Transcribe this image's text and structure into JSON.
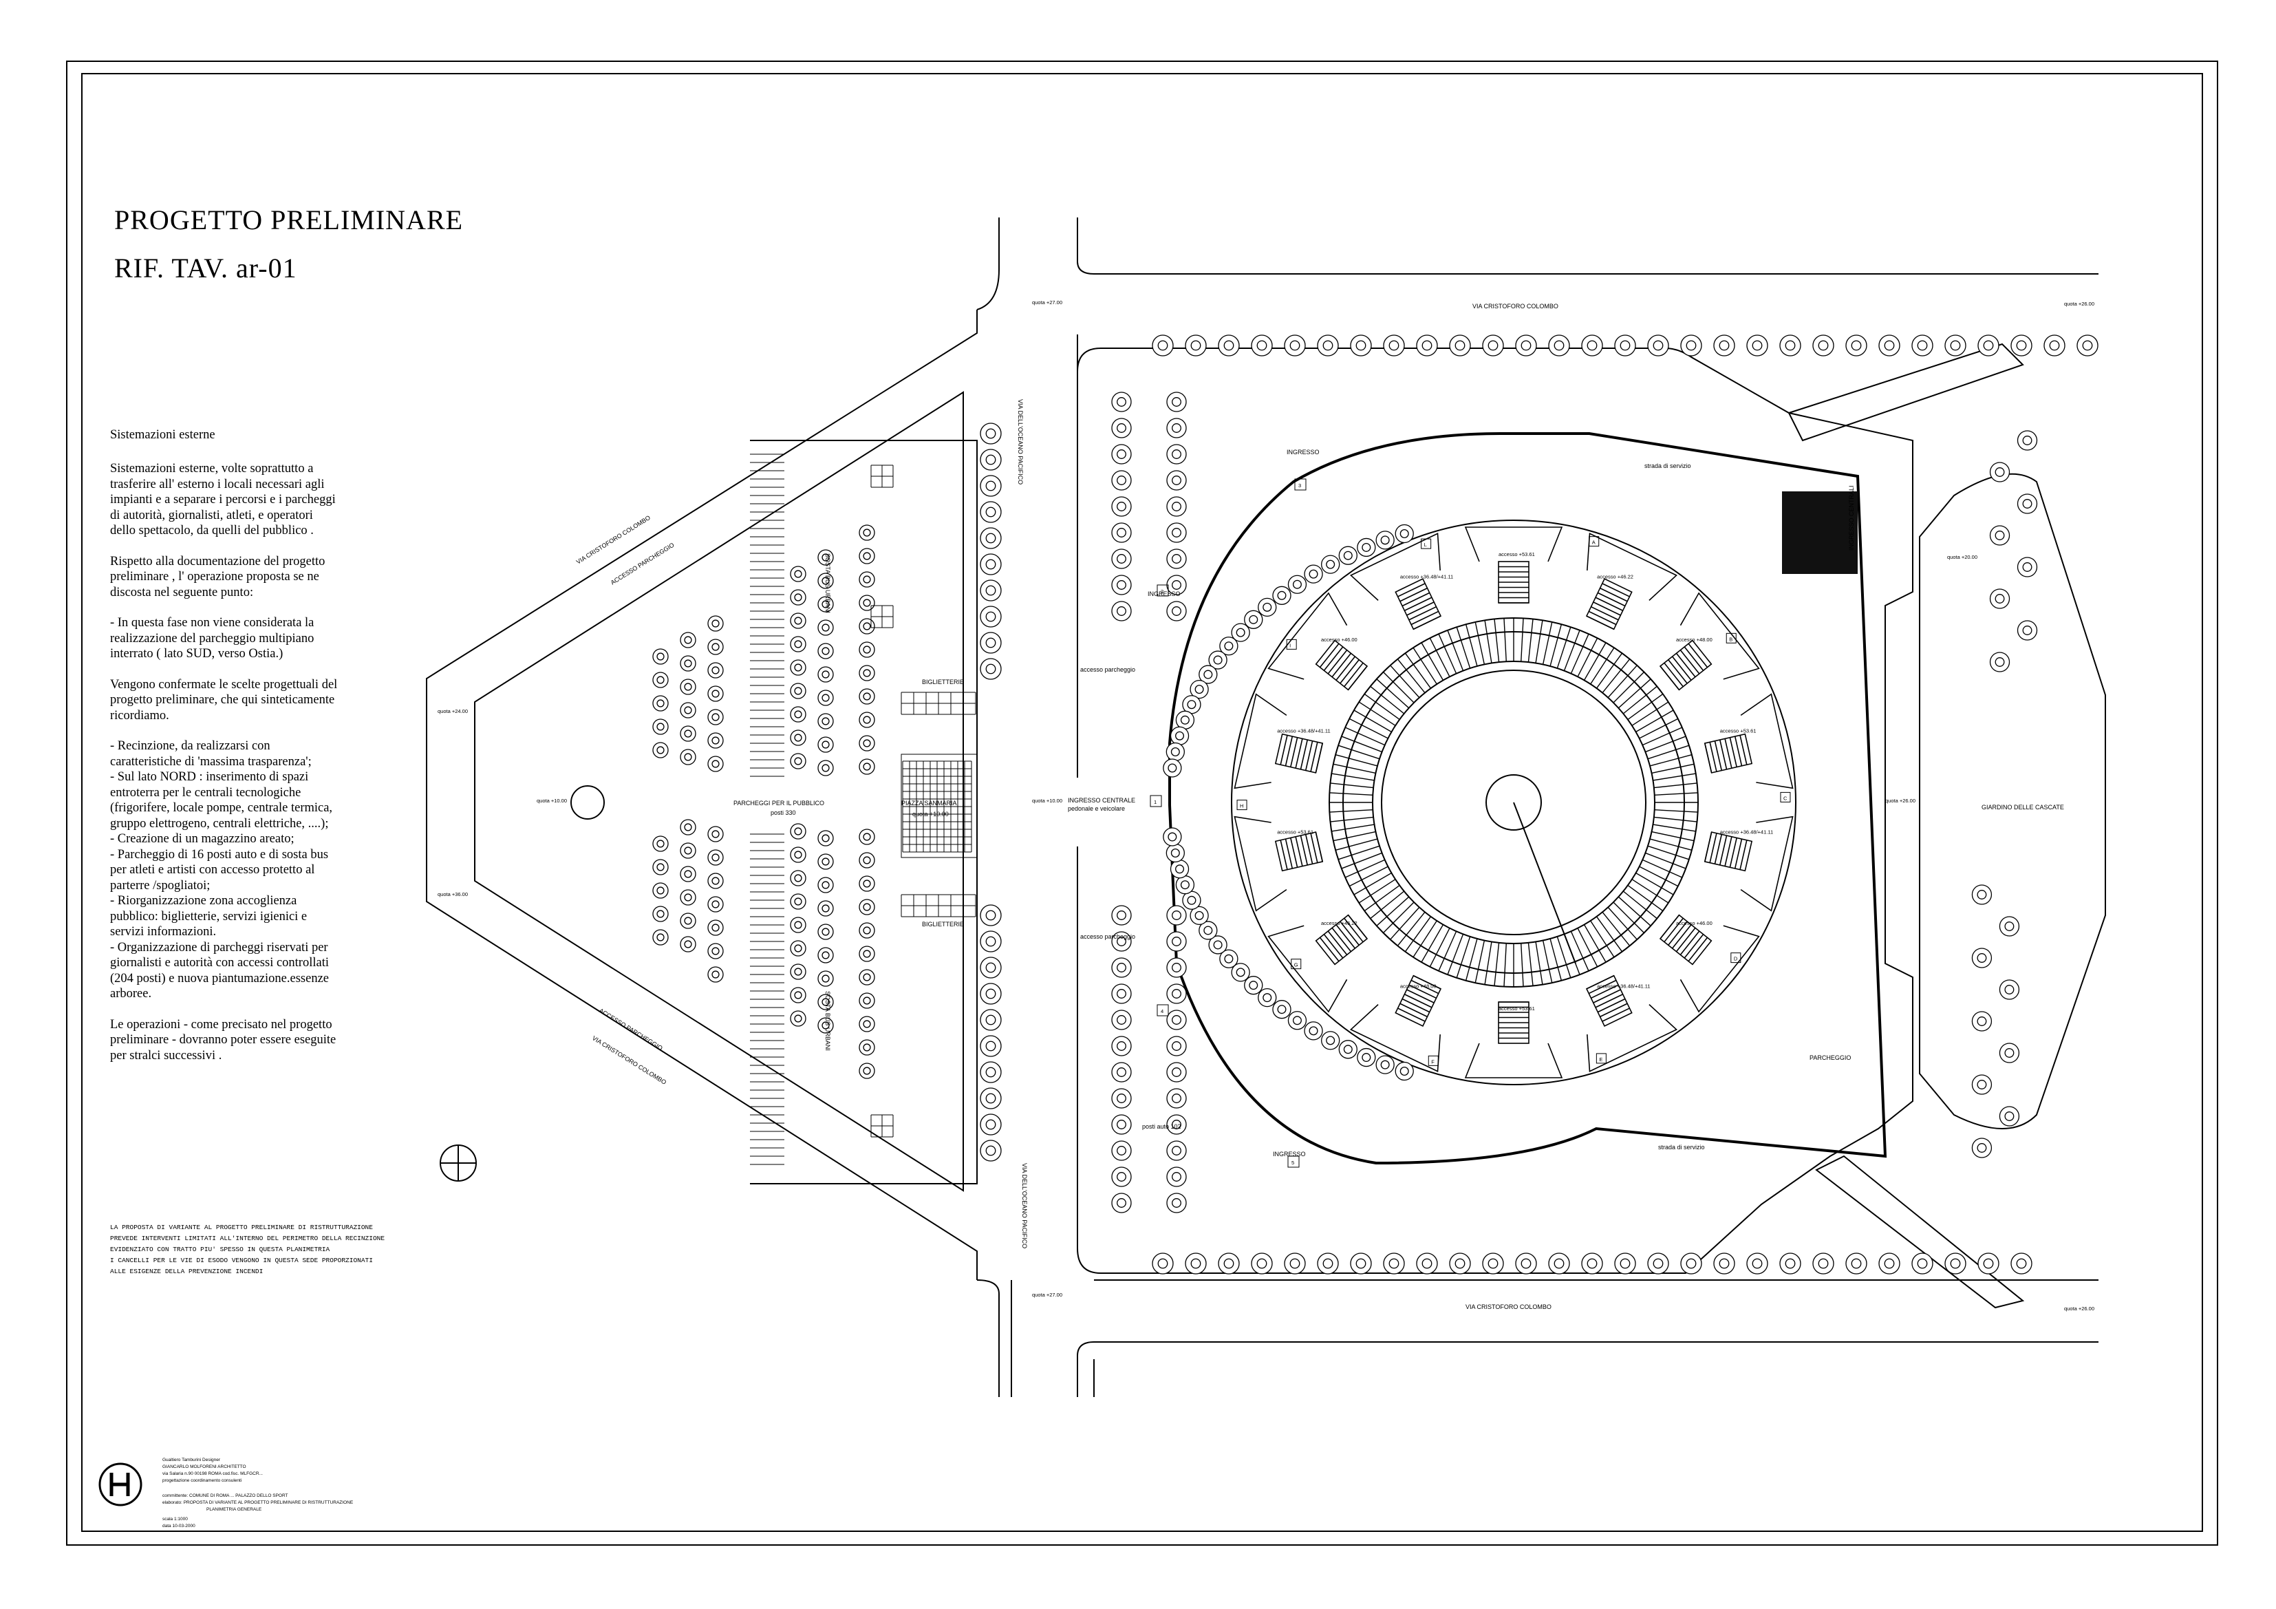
{
  "header": {
    "title_line1": "PROGETTO PRELIMINARE",
    "title_line2": "RIF. TAV. ar-01"
  },
  "description": {
    "heading": "Sistemazioni esterne",
    "paragraphs": [
      "Sistemazioni esterne, volte soprattutto a\ntrasferire all' esterno i locali necessari  agli\nimpianti e a separare i percorsi e i parcheggi\ndi  autorità, giornalisti, atleti, e operatori\ndello spettacolo, da quelli del  pubblico .",
      "Rispetto alla documentazione del  progetto\npreliminare , l' operazione proposta se ne\ndiscosta nel seguente punto:",
      "- In questa fase non viene considerata la\nrealizzazione del parcheggio multipiano\ninterrato ( lato SUD, verso Ostia.)",
      "Vengono confermate le scelte progettuali del\nprogetto preliminare, che qui sinteticamente\nricordiamo.",
      "-    Recinzione, da realizzarsi con\ncaratteristiche di 'massima trasparenza';\n- Sul lato NORD : inserimento di spazi\nentroterra per le centrali tecnologiche\n(frigorifere, locale pompe, centrale termica,\ngruppo elettrogeno, centrali elettriche, ....);\n- Creazione di un magazzino areato;\n- Parcheggio di 16 posti auto e di sosta bus\nper atleti e artisti con accesso protetto al\nparterre /spogliatoi;\n- Riorganizzazione zona accoglienza\npubblico: biglietterie, servizi igienici e\nservizi informazioni.\n- Organizzazione di parcheggi riservati per\ngiornalisti e  autorità con accessi controllati\n(204 posti) e nuova piantumazione.essenze\narboree.",
      "Le operazioni - come precisato nel progetto\npreliminare -  dovranno poter essere eseguite\nper stralci successivi ."
    ]
  },
  "note": {
    "lines": [
      "LA PROPOSTA DI VARIANTE AL PROGETTO PRELIMINARE DI RISTRUTTURAZIONE",
      "PREVEDE INTERVENTI LIMITATI ALL'INTERNO DEL PERIMETRO DELLA RECINZIONE",
      "EVIDENZIATO CON TRATTO PIU' SPESSO IN QUESTA PLANIMETRIA",
      "I CANCELLI PER LE VIE DI ESODO VENGONO IN QUESTA SEDE PROPORZIONATI",
      "ALLE ESIGENZE DELLA PREVENZIONE INCENDI"
    ]
  },
  "plan": {
    "streets": {
      "north": "VIA CRISTOFORO COLOMBO",
      "south": "VIA CRISTOFORO COLOMBO",
      "west_diag_upper": "VIA CRISTOFORO COLOMBO",
      "west_diag_lower": "VIA CRISTOFORO COLOMBO",
      "middle_upper": "VIA DELL'OCEANO PACIFICO",
      "middle_lower": "VIA DELL'OCEANO PACIFICO",
      "garden": "GIARDINO DELLE CASCATE",
      "service_top": "strada di servizio",
      "service_bottom": "strada di servizio"
    },
    "labels": {
      "parking_public": "PARCHEGGI PER IL PUBBLICO",
      "parking_public_count": "posti 330",
      "sosta_bus_1": "SOSTA BUS URBANI",
      "sosta_bus_2": "SOSTA BUS URBANI",
      "biglietterie_1": "BIGLIETTERIE",
      "biglietterie_2": "BIGLIETTERIE",
      "piazza": "PIAZZA SANMARIA",
      "piazza_quota": "quota +10.00",
      "ingresso_centrale": "INGRESSO CENTRALE",
      "ingresso_centrale_sub": "pedonale e veicolare",
      "ingresso_1": "INGRESSO",
      "ingresso_3": "INGRESSO",
      "ingresso_5": "INGRESSO",
      "parcheggio_se": "PARCHEGGIO",
      "ingresso_centrali": "INGRESSO CENTRALI",
      "accesso_parcheggio_1": "accesso parcheggio",
      "accesso_parcheggio_2": "accesso parcheggio",
      "accesso_parcheggio_nw": "ACCESSO PARCHEGGIO",
      "accesso_parcheggio_sw": "ACCESSO PARCHEGGIO",
      "posti_auto": "posti auto 102"
    },
    "access_labels": [
      "accesso +53.61",
      "accesso +46.22",
      "accesso +48.00",
      "accesso +53.61",
      "accesso +36.48/+41.11",
      "accesso +46.00",
      "accesso +36.48/+41.11",
      "accesso +53.61",
      "accesso +48.00",
      "accesso +46.22",
      "accesso +53.61",
      "accesso +36.48/+41.11",
      "accesso +46.00",
      "accesso +36.48/+41.11"
    ],
    "quotas": [
      "quota +27.00",
      "quota +26.00",
      "quota +24.00",
      "quota +10.00",
      "quota +36.00",
      "quota +27.00",
      "quota +26.00",
      "quota +26.00",
      "quota +10.00",
      "quota +20.00"
    ],
    "gate_letters": [
      "A",
      "B",
      "C",
      "D",
      "E",
      "F",
      "G",
      "H",
      "I",
      "L"
    ],
    "gate_numbers": [
      "1",
      "2",
      "3",
      "4",
      "5"
    ]
  },
  "credits": {
    "lines": [
      "Gualtiero Tamburini Designer",
      "GIANCARLO MOLFORENI  ARCHITETTO",
      "via  Salaria  n.90   00198 ROMA      cod.fisc. MLFGCR...",
      "progettazione        coordinamento     consulenti",
      "committente: COMUNE DI ROMA ...  PALAZZO DELLO SPORT",
      "elaborato: PROPOSTA DI VARIANTE AL PROGETTO PRELIMINARE DI RISTRUTTURAZIONE",
      "PLANIMETRIA GENERALE",
      "scala 1:1000",
      "data 10-03-2000"
    ]
  },
  "colors": {
    "ink": "#000000",
    "paper": "#ffffff"
  }
}
